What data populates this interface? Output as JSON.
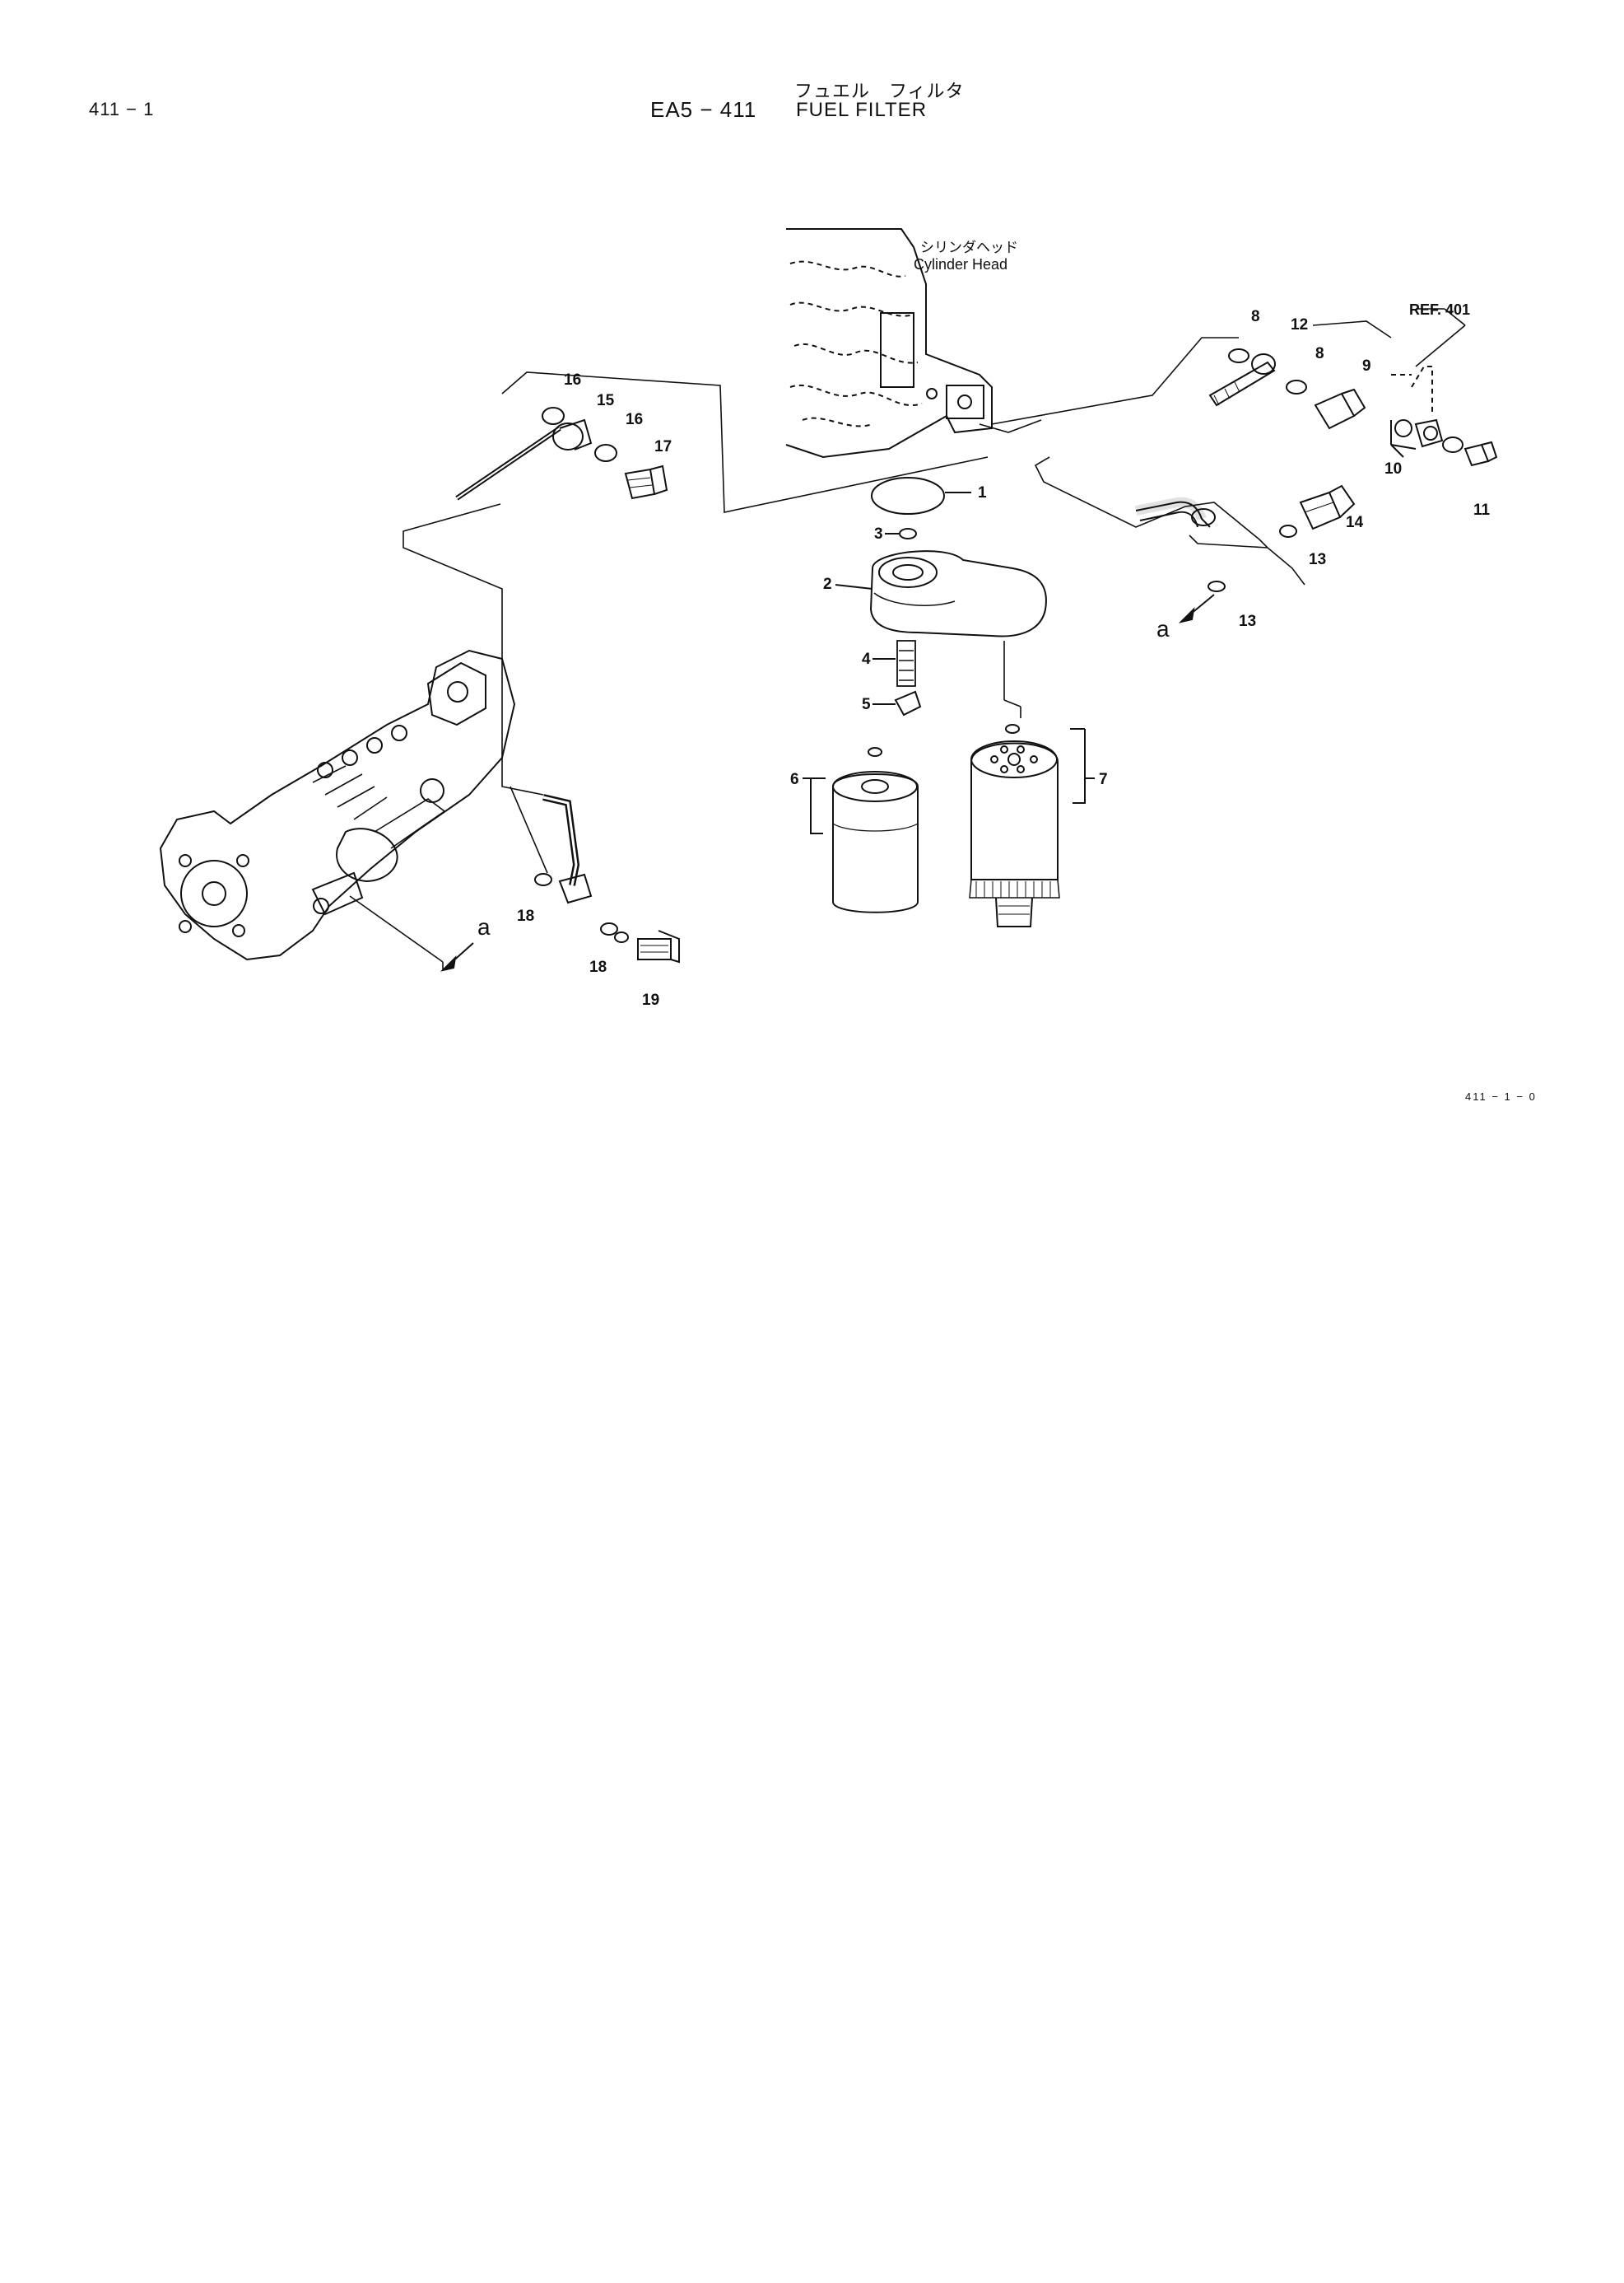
{
  "header": {
    "page_number": "411 − 1",
    "section_code": "EA5 − 411",
    "title_jp": "フュエル　フィルタ",
    "title_en": "FUEL  FILTER"
  },
  "figure_code": "411 − 1 − 0",
  "labels": {
    "cylinder_head_jp": "シリンダヘッド",
    "cylinder_head_en": "Cylinder Head",
    "ref": "REF. 401",
    "arrow_a_top": "a",
    "arrow_a_bottom": "a"
  },
  "callouts": {
    "c1": "1",
    "c2": "2",
    "c3": "3",
    "c4": "4",
    "c5": "5",
    "c6": "6",
    "c7": "7",
    "c8a": "8",
    "c8b": "8",
    "c9": "9",
    "c10": "10",
    "c11": "11",
    "c12": "12",
    "c13a": "13",
    "c13b": "13",
    "c14": "14",
    "c15": "15",
    "c16a": "16",
    "c16b": "16",
    "c17": "17",
    "c18a": "18",
    "c18b": "18",
    "c19": "19"
  },
  "colors": {
    "ink": "#111111",
    "paper": "#ffffff"
  }
}
